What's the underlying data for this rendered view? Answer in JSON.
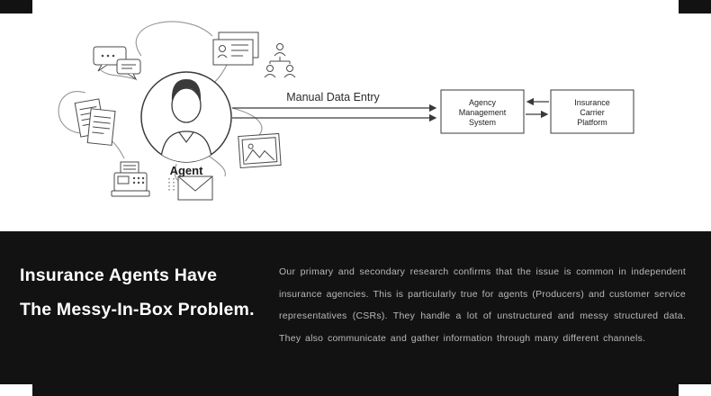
{
  "title": {
    "line1": "Insurance Agents Have",
    "line2": "The Messy-In-Box Problem."
  },
  "body": {
    "text": "Our primary and secondary research confirms that the issue is common in independent insurance agencies. This is particularly true for agents (Producers) and customer service representatives (CSRs). They handle a lot of unstructured and messy structured data. They also communicate and gather information through many different channels."
  },
  "diagram": {
    "agent_label": "Agent",
    "arrow_label": "Manual Data Entry",
    "ams_box": {
      "lines": [
        "Agency",
        "Management",
        "System"
      ]
    },
    "carrier_box": {
      "lines": [
        "Insurance",
        "Carrier",
        "Platform"
      ]
    },
    "icons": [
      "chat-bubbles",
      "documents",
      "fax-machine",
      "envelope",
      "photo",
      "contact-cards",
      "org-chart"
    ]
  },
  "colors": {
    "panel_bg": "#121212",
    "heading_text": "#ffffff",
    "body_text": "#b9b9b9",
    "diagram_stroke": "#3a3a3a",
    "doodle_stroke": "#969696"
  }
}
